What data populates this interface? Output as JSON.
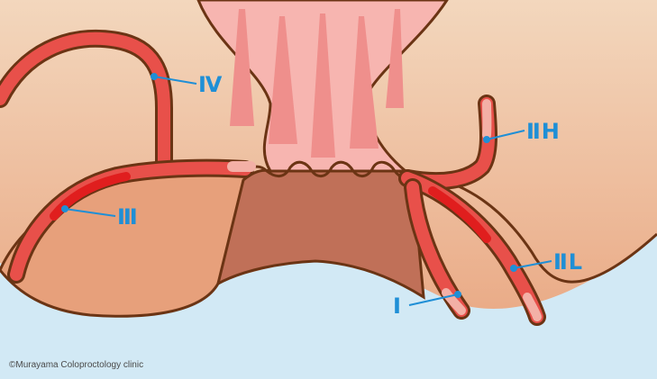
{
  "labels": {
    "iv": "Ⅳ",
    "iih": "ⅡH",
    "iii": "Ⅲ",
    "iil": "ⅡL",
    "i": "Ⅰ"
  },
  "copyright": "©Murayama Coloproctology clinic",
  "colors": {
    "skin_top": "#f3d7bd",
    "skin_bottom": "#e8a27c",
    "outline": "#6b3414",
    "fistula": "#e8504a",
    "fistula_core": "#e01e1e",
    "fistula_pale": "#f3b0a6",
    "anal_canal": "#f7b5b0",
    "anal_canal_stripes": "#ef8f8c",
    "rectal_wall": "#c07058",
    "background_bottom": "#d2e9f5",
    "label_blue": "#1f8fd6"
  }
}
